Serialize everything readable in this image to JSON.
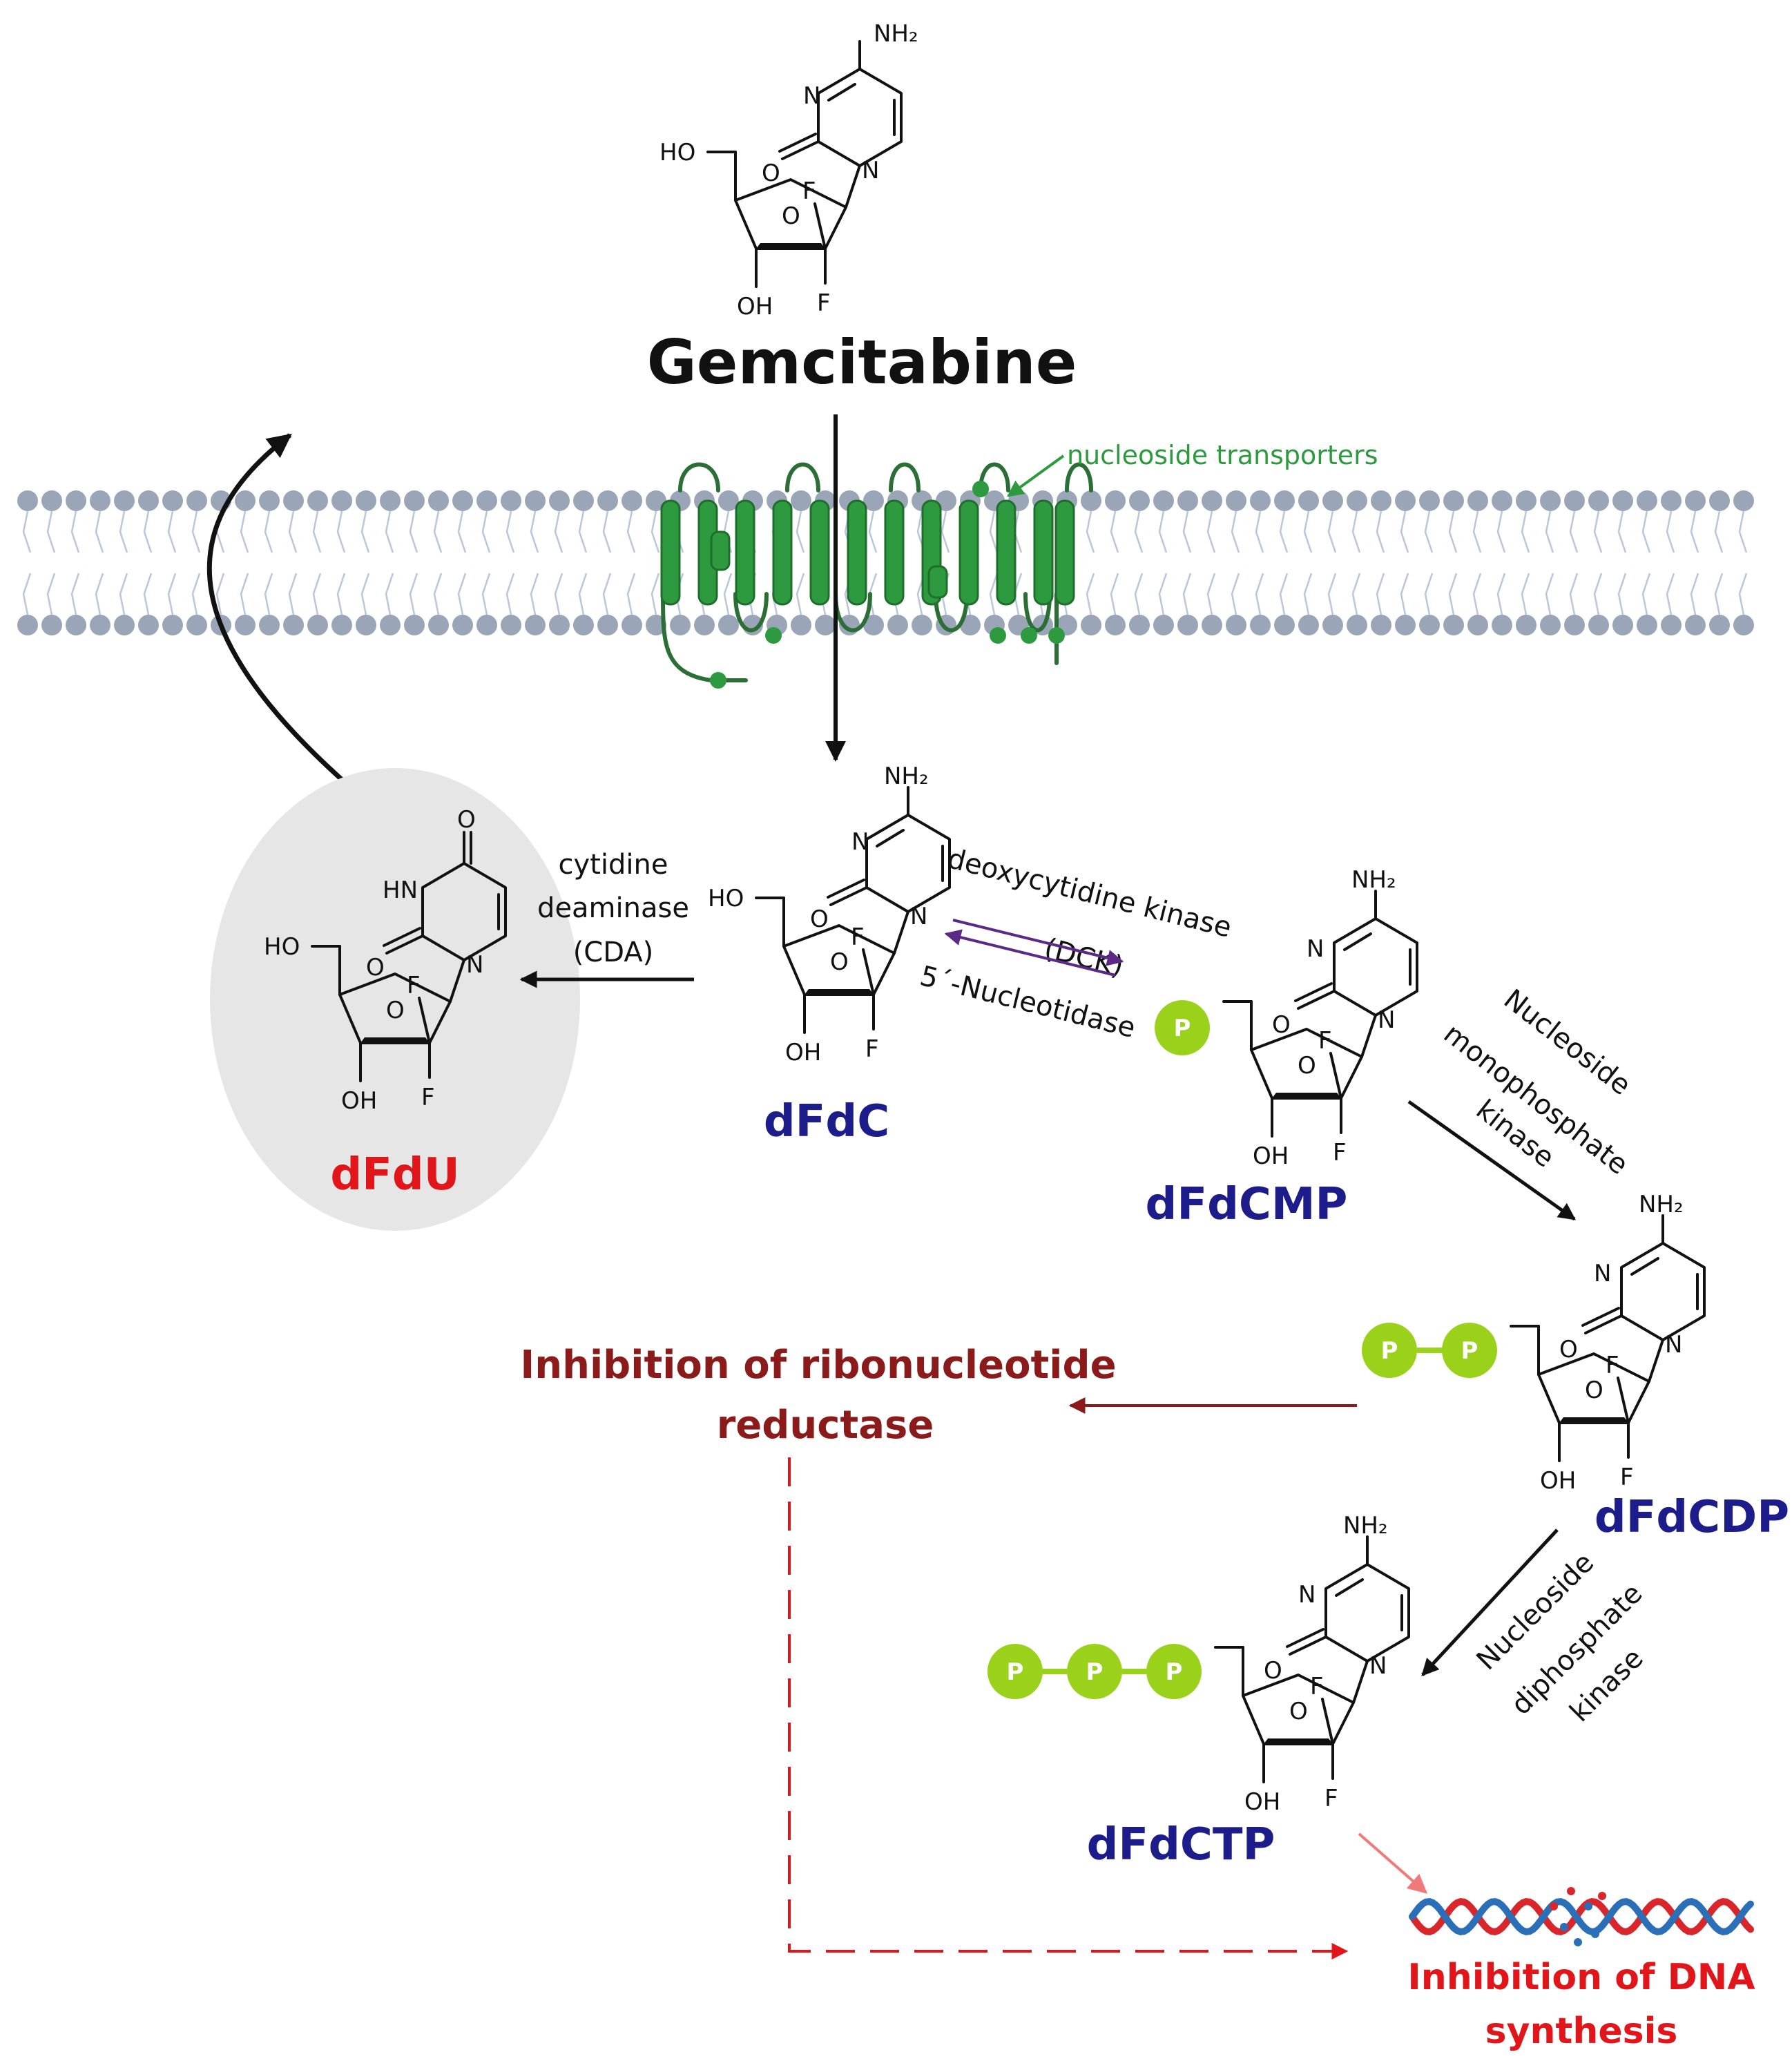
{
  "colors": {
    "compound_label": "#1c1c8a",
    "dfdu_label": "#e0161a",
    "ribonucleotide_inhibition": "#8b1a1a",
    "dna_inhibition": "#e0161a",
    "transporter": "#2e9a3f",
    "membrane_head": "#9aa6b8",
    "phosphate": "#9ad11a",
    "dck_arrows": "#5b2a86",
    "dashed_arrow": "#e0161a",
    "main_arrow": "#111111"
  },
  "gemcitabine": {
    "label": "Gemcitabine"
  },
  "transporters": {
    "label": "nucleoside transporters"
  },
  "compounds": {
    "dfdc": "dFdC",
    "dfdu": "dFdU",
    "dfdcmp": "dFdCMP",
    "dfdcdp": "dFdCDP",
    "dfdctp": "dFdCTP"
  },
  "enzymes": {
    "cda_line1": "cytidine",
    "cda_line2": "deaminase",
    "cda_line3": "(CDA)",
    "dck_line1": "deoxycytidine kinase",
    "dck_line2": "(DCK)",
    "nucleotidase": "5´-Nucleotidase",
    "nmpk_line1": "Nucleoside",
    "nmpk_line2": "monophosphate",
    "nmpk_line3": "kinase",
    "ndpk_line1": "Nucleoside",
    "ndpk_line2": "diphosphate",
    "ndpk_line3": "kinase"
  },
  "phosphate_label": "P",
  "atoms": {
    "nh2": "NH₂",
    "n": "N",
    "o": "O",
    "f": "F",
    "oh": "OH",
    "ho": "HO",
    "hn": "HN",
    "ring_o": "O"
  },
  "outcomes": {
    "rnr_line1": "Inhibition of ribonucleotide",
    "rnr_line2": "reductase",
    "dna_line1": "Inhibition of DNA",
    "dna_line2": "synthesis"
  }
}
